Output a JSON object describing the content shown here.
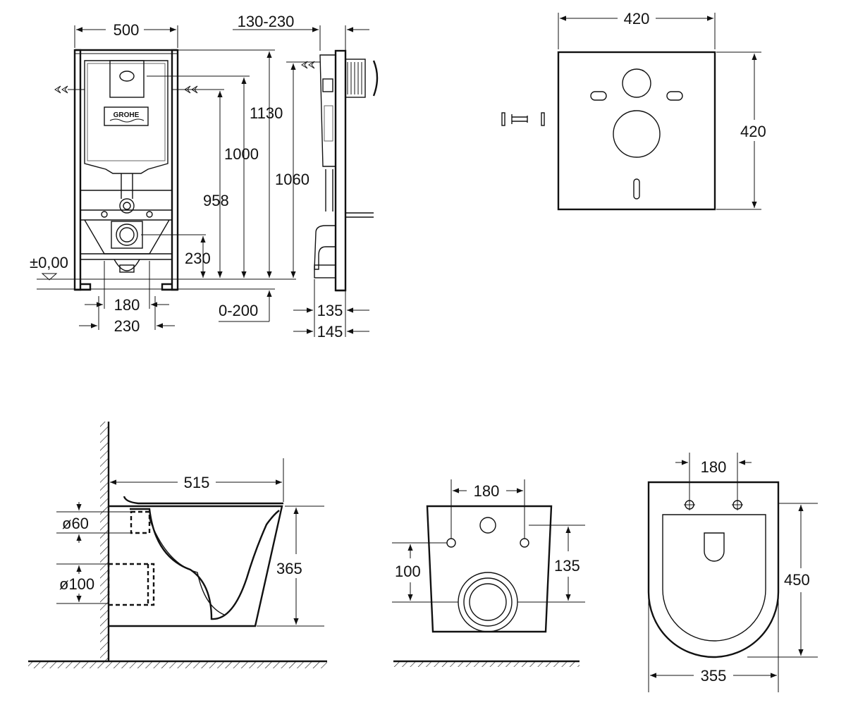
{
  "frame_front": {
    "width": "500",
    "depth_adj": "130-230",
    "h_1130": "1130",
    "h_1000": "1000",
    "h_1060": "1060",
    "h_958": "958",
    "h_230": "230",
    "zero_level": "±0,00",
    "feet_adj": "0-200",
    "bolt_180": "180",
    "bolt_230": "230",
    "logo": "GROHE"
  },
  "frame_side": {
    "d_135": "135",
    "d_145": "145"
  },
  "sound_pad": {
    "width": "420",
    "height": "420"
  },
  "bowl_side": {
    "length": "515",
    "height": "365",
    "inlet": "ø60",
    "outlet": "ø100"
  },
  "bowl_back": {
    "bolt_spacing": "180",
    "h_100": "100",
    "h_135": "135"
  },
  "bowl_top": {
    "bolt_spacing": "180",
    "length": "450",
    "width": "355"
  }
}
